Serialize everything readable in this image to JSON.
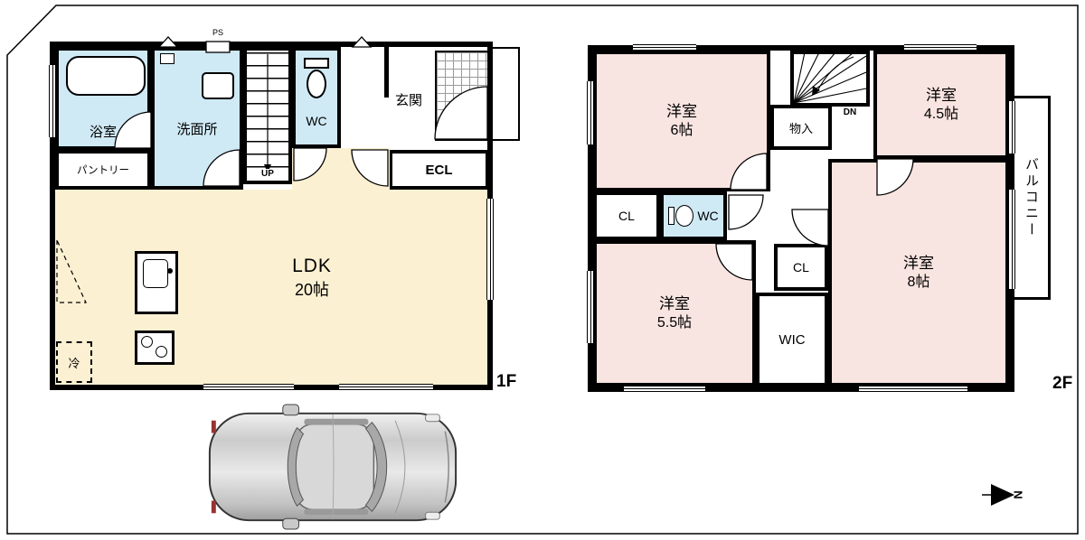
{
  "colors": {
    "room_pink": "#f8e4e0",
    "wet_blue": "#cfe9f5",
    "ldk_cream": "#fbf0d2",
    "wall_black": "#000000",
    "background": "#ffffff"
  },
  "floor1": {
    "floor_label": "1F",
    "bath": "浴室",
    "washroom": "洗面所",
    "pantry": "パントリー",
    "wc": "WC",
    "entrance": "玄関",
    "closet": "ECL",
    "ldk_name": "LDK",
    "ldk_size": "20帖",
    "fridge": "冷",
    "pipe_space": "PS",
    "stairs_up": "UP"
  },
  "floor2": {
    "floor_label": "2F",
    "room6_name": "洋室",
    "room6_size": "6帖",
    "storage": "物入",
    "stairs_down": "DN",
    "room45_name": "洋室",
    "room45_size": "4.5帖",
    "balcony": "バルコニー",
    "closet_left": "CL",
    "wc": "WC",
    "closet_mid": "CL",
    "room55_name": "洋室",
    "room55_size": "5.5帖",
    "wic": "WIC",
    "room8_name": "洋室",
    "room8_size": "8帖"
  },
  "compass": {
    "north_label": "N"
  }
}
